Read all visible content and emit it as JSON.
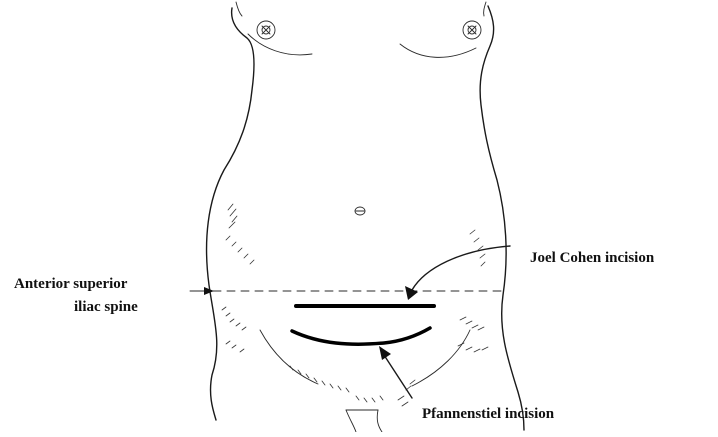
{
  "labels": {
    "joel_cohen": "Joel Cohen incision",
    "asis_line1": "Anterior superior",
    "asis_line2": "iliac spine",
    "pfannenstiel": "Pfannenstiel incision"
  }
}
